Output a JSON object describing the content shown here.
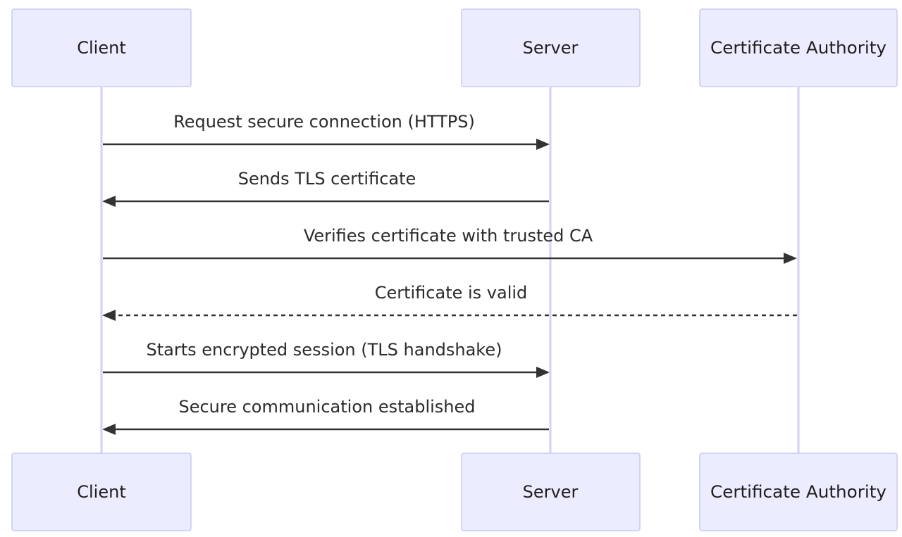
{
  "participants": [
    {
      "id": "client",
      "label": "Client"
    },
    {
      "id": "server",
      "label": "Server"
    },
    {
      "id": "ca",
      "label": "Certificate Authority"
    }
  ],
  "messages": [
    {
      "from": "client",
      "to": "server",
      "label": "Request secure connection (HTTPS)",
      "style": "solid"
    },
    {
      "from": "server",
      "to": "client",
      "label": "Sends TLS certificate",
      "style": "solid"
    },
    {
      "from": "client",
      "to": "ca",
      "label": "Verifies certificate with trusted CA",
      "style": "solid"
    },
    {
      "from": "ca",
      "to": "client",
      "label": "Certificate is valid",
      "style": "dashed"
    },
    {
      "from": "client",
      "to": "server",
      "label": "Starts encrypted session (TLS handshake)",
      "style": "solid"
    },
    {
      "from": "server",
      "to": "client",
      "label": "Secure communication established",
      "style": "solid"
    }
  ],
  "colors": {
    "actor_fill": "#ececff",
    "actor_border": "#c9c9f2",
    "lifeline": "#d2d2f5",
    "arrow": "#333333"
  }
}
